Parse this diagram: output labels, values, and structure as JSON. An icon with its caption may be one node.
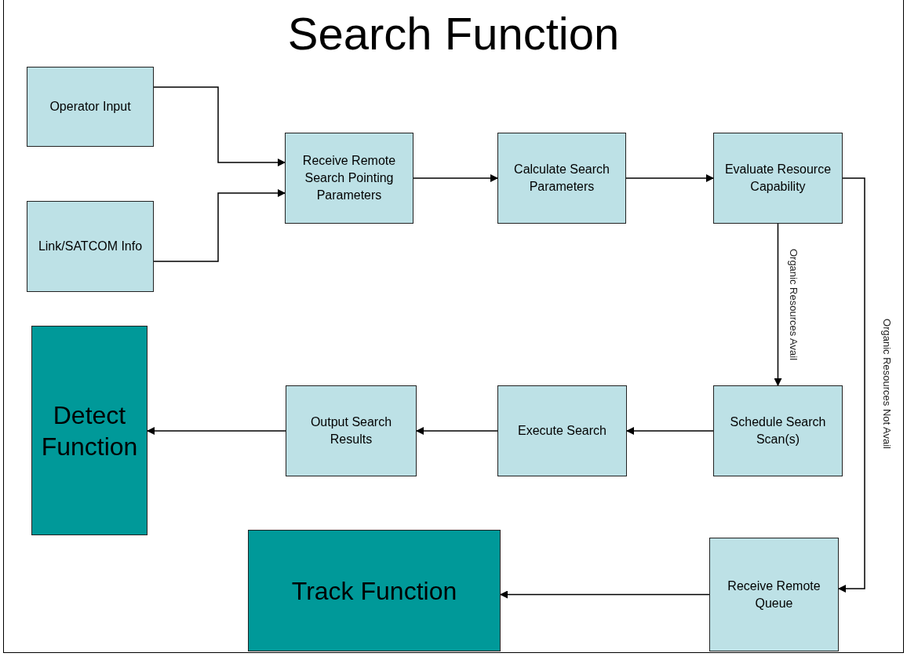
{
  "diagram": {
    "title": "Search Function",
    "nodes": [
      {
        "text": [
          "Operator Input"
        ]
      },
      {
        "text": [
          "Link/SATCOM Info"
        ]
      },
      {
        "text": [
          "Receive Remote Search Pointing Parameters"
        ]
      },
      {
        "text": [
          "Calculate Search Parameters"
        ]
      },
      {
        "text": [
          "Evaluate Resource Capability"
        ]
      },
      {
        "text": [
          "Detect Function"
        ]
      },
      {
        "text": [
          "Output Search Results"
        ]
      },
      {
        "text": [
          "Execute Search"
        ]
      },
      {
        "text": [
          "Schedule Search Scan(s)"
        ]
      },
      {
        "text": [
          "Track Function"
        ]
      },
      {
        "text": [
          "Receive Remote Queue"
        ]
      }
    ],
    "edges": [
      {
        "from": 0,
        "to": 2,
        "arrow": "to"
      },
      {
        "from": 1,
        "to": 2,
        "arrow": "to"
      },
      {
        "from": 2,
        "to": 3,
        "arrow": "to"
      },
      {
        "from": 3,
        "to": 4,
        "arrow": "to"
      },
      {
        "from": 4,
        "to": 8,
        "arrow": "to",
        "label": "Organic Resources Avail"
      },
      {
        "from": 4,
        "to": 10,
        "arrow": "to",
        "label": "Organic Resources Not Avail"
      },
      {
        "from": 8,
        "to": 7,
        "arrow": "to"
      },
      {
        "from": 7,
        "to": 6,
        "arrow": "to"
      },
      {
        "from": 6,
        "to": 5,
        "arrow": "to"
      },
      {
        "from": 10,
        "to": 9,
        "arrow": "to"
      }
    ]
  }
}
